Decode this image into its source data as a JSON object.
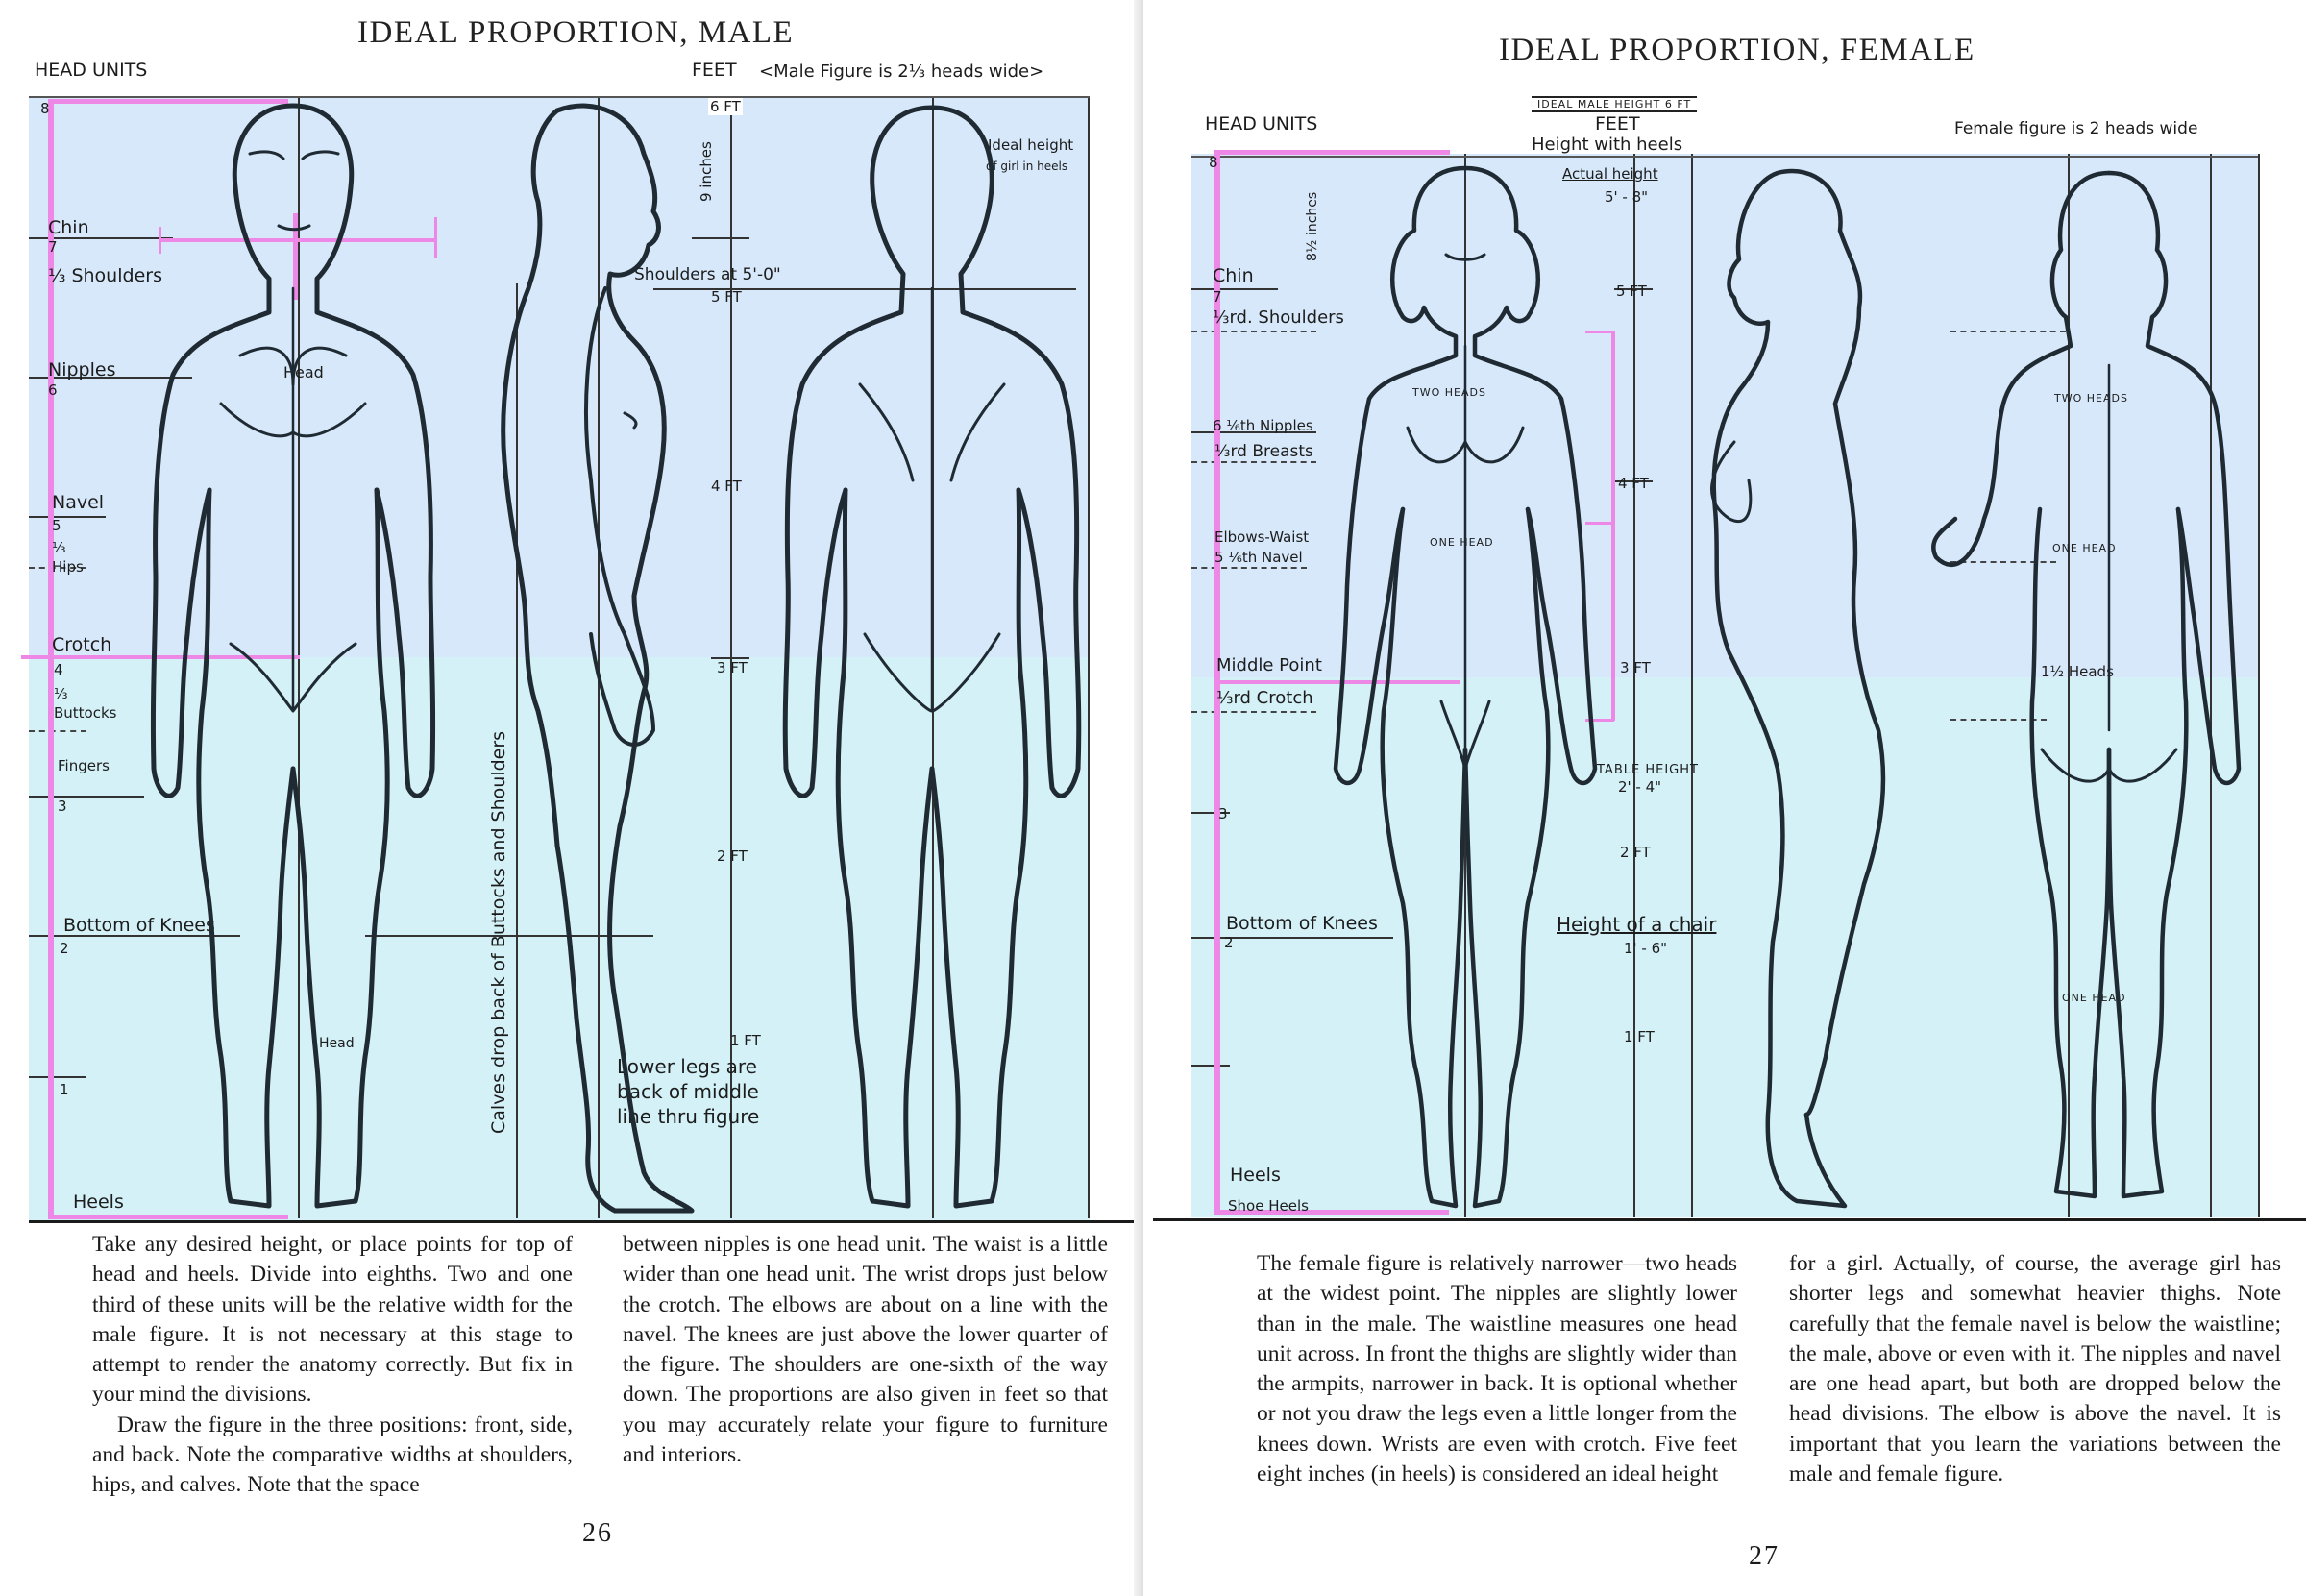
{
  "left_page": {
    "title": "IDEAL PROPORTION, MALE",
    "head_units_label": "HEAD UNITS",
    "feet_label": "FEET",
    "width_note": "<Male Figure is 2⅓ heads wide>",
    "unit_labels": {
      "u8": "8",
      "chin": "Chin",
      "u7": "7",
      "shoulders": "⅓ Shoulders",
      "nipples": "Nipples",
      "u6": "6",
      "navel": "Navel",
      "u5": "5",
      "hips": "⅓ Hips",
      "crotch": "Crotch",
      "u4": "4",
      "buttocks": "⅓ Buttocks",
      "fingers": "Fingers",
      "u3": "3",
      "knees": "Bottom of Knees",
      "u2": "2",
      "u1": "1",
      "heels": "Heels"
    },
    "feet_marks": {
      "f6": "6 FT",
      "f5": "5 FT",
      "f4": "4 FT",
      "f3": "3 FT",
      "f2": "2 FT",
      "f1": "1 FT"
    },
    "notes": {
      "nine_inches": "9 inches",
      "shoulders_at": "Shoulders at 5'-0\"",
      "ideal_height_1": "Ideal height",
      "ideal_height_2": "of girl in heels",
      "head": "Head",
      "head_leg": "Head",
      "lower_legs_1": "Lower legs are",
      "lower_legs_2": "back of middle",
      "lower_legs_3": "line thru figure",
      "calves": "Calves drop back of Buttocks and Shoulders"
    },
    "paragraph_1": "Take any desired height, or place points for top of head and heels. Divide into eighths. Two and one third of these units will be the relative width for the male figure. It is not necessary at this stage to attempt to render the anatomy correctly. But fix in your mind the divisions.",
    "paragraph_2": "Draw the figure in the three positions: front, side, and back. Note the comparative widths at shoulders, hips, and calves. Note that the space",
    "paragraph_3": "between nipples is one head unit. The waist is a little wider than one head unit. The wrist drops just below the crotch. The elbows are about on a line with the navel. The knees are just above the lower quarter of the figure. The shoulders are one-sixth of the way down. The proportions are also given in feet so that you may accurately relate your figure to furniture and interiors.",
    "page_number": "26"
  },
  "right_page": {
    "title": "IDEAL PROPORTION, FEMALE",
    "head_units_label": "HEAD UNITS",
    "ideal_male_height": "IDEAL MALE HEIGHT 6 FT",
    "feet_label": "FEET",
    "height_with_heels": "Height with heels",
    "actual_height": "Actual height",
    "actual_height_value": "5' - 8\"",
    "width_note": "Female figure is 2 heads wide",
    "unit_labels": {
      "u8": "8",
      "chin": "Chin",
      "u7": "7",
      "shoulders": "⅓rd. Shoulders",
      "nipples": "6 ⅙th Nipples",
      "breasts": "⅓rd Breasts",
      "elbows": "Elbows-Waist",
      "navel": "5 ⅙th Navel",
      "middle": "Middle Point",
      "crotch": "⅓rd Crotch",
      "u3": "3",
      "knees": "Bottom of Knees",
      "u2": "2",
      "heels": "Heels",
      "shoe_heels": "Shoe Heels"
    },
    "feet_marks": {
      "f5": "5 FT",
      "f4": "4 FT",
      "f3": "3 FT",
      "f2": "2 FT",
      "f1": "1 FT"
    },
    "notes": {
      "eight_inches": "8½ inches",
      "two_heads": "TWO HEADS",
      "one_head": "ONE HEAD",
      "two_heads_back": "TWO HEADS",
      "one_head_back": "ONE HEAD",
      "one_half_heads": "1½ Heads",
      "one_head_leg": "ONE HEAD",
      "table_height": "TABLE HEIGHT",
      "table_height_value": "2' - 4\"",
      "chair_height": "Height of a chair",
      "chair_height_value": "1' - 6\""
    },
    "paragraph_1": "The female figure is relatively narrower—two heads at the widest point. The nipples are slightly lower than in the male. The waistline measures one head unit across. In front the thighs are slightly wider than the armpits, narrower in back. It is optional whether or not you draw the legs even a little longer from the knees down. Wrists are even with crotch. Five feet eight inches (in heels) is considered an ideal height",
    "paragraph_2": "for a girl. Actually, of course, the average girl has shorter legs and somewhat heavier thighs. Note carefully that the female navel is below the waistline; the male, above or even with it. The nipples and navel are one head apart, but both are dropped below the head divisions. The elbow is above the navel. It is important that you learn the variations between the male and female figure.",
    "page_number": "27"
  },
  "colors": {
    "band_upper": "#d6e8fa",
    "band_lower": "#d3f1f6",
    "pink": "#ee88e6",
    "ink": "#1b1b1b"
  }
}
